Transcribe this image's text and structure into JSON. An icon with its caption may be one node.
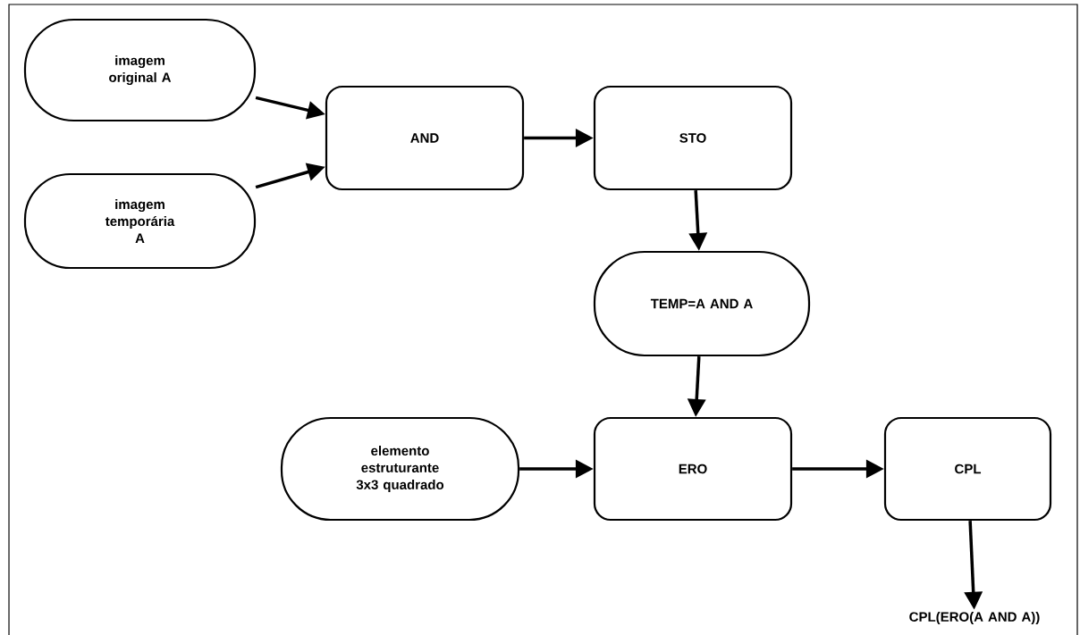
{
  "diagram": {
    "nodes": [
      {
        "text": [
          "imagem original A"
        ]
      },
      {
        "text": [
          "imagem temporária A"
        ]
      },
      {
        "text": [
          "AND"
        ]
      },
      {
        "text": [
          "STO"
        ]
      },
      {
        "text": [
          "TEMP=A AND A"
        ]
      },
      {
        "text": [
          "elemento estruturante 3x3 quadrado"
        ]
      },
      {
        "text": [
          "ERO"
        ]
      },
      {
        "text": [
          "CPL"
        ]
      },
      {
        "text": [
          "CPL(ERO(A AND A))"
        ]
      }
    ],
    "edges": [
      {
        "from": 0,
        "to": 2,
        "arrow": "to"
      },
      {
        "from": 1,
        "to": 2,
        "arrow": "to"
      },
      {
        "from": 2,
        "to": 3,
        "arrow": "to"
      },
      {
        "from": 3,
        "to": 4,
        "arrow": "to"
      },
      {
        "from": 4,
        "to": 6,
        "arrow": "to"
      },
      {
        "from": 5,
        "to": 6,
        "arrow": "to"
      },
      {
        "from": 6,
        "to": 7,
        "arrow": "to"
      },
      {
        "from": 7,
        "to": 8,
        "arrow": "to"
      }
    ]
  }
}
